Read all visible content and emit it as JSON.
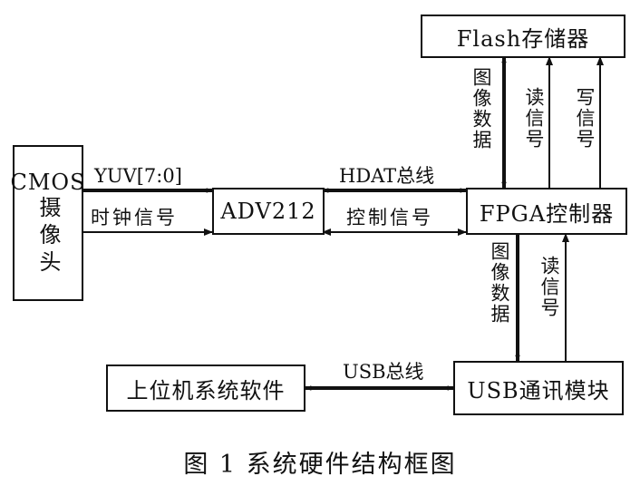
{
  "blocks": {
    "flash": "Flash存储器",
    "cmos": "CMOS摄像头",
    "cmos_line1": "CMOS",
    "cmos_line2": "摄像头",
    "adv": "ADV212",
    "fpga": "FPGA控制器",
    "host": "上位机系统软件",
    "usb": "USB通讯模块"
  },
  "signals": {
    "yuv": "YUV[7:0]",
    "clock": "时钟信号",
    "hdat": "HDAT总线",
    "control": "控制信号",
    "image_data_flash": "图像数据",
    "read_flash": "读信号",
    "write_flash": "写信号",
    "image_data_usb": "图像数据",
    "read_usb": "读信号",
    "usb_bus": "USB总线"
  },
  "caption": "图 1  系统硬件结构框图"
}
